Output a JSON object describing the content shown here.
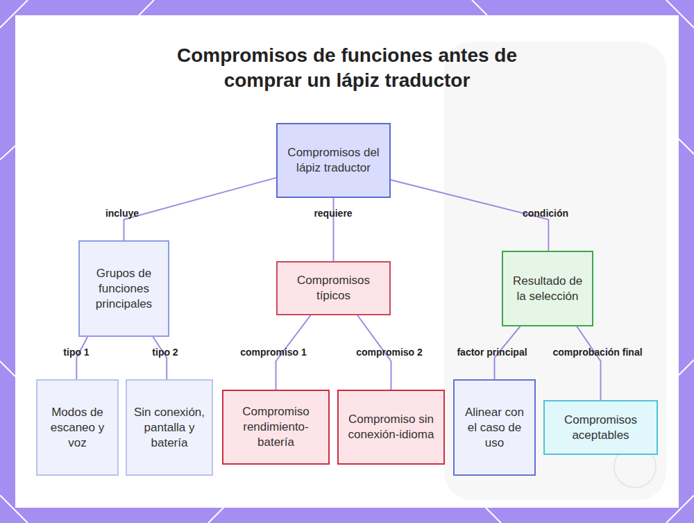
{
  "diagram": {
    "title": "Compromisos de funciones antes de comprar un lápiz traductor",
    "nodes": [
      {
        "text": [
          "Compromisos del lápiz traductor"
        ]
      },
      {
        "text": [
          "Grupos de funciones principales"
        ]
      },
      {
        "text": [
          "Compromisos típicos"
        ]
      },
      {
        "text": [
          "Resultado de la selección"
        ]
      },
      {
        "text": [
          "Modos de escaneo y voz"
        ]
      },
      {
        "text": [
          "Sin conexión, pantalla y batería"
        ]
      },
      {
        "text": [
          "Compromiso rendimiento-batería"
        ]
      },
      {
        "text": [
          "Compromiso sin conexión-idioma"
        ]
      },
      {
        "text": [
          "Alinear con el caso de uso"
        ]
      },
      {
        "text": [
          "Compromisos aceptables"
        ]
      }
    ],
    "edges": [
      {
        "from": 0,
        "to": 1,
        "label": "incluye",
        "arrow": "none"
      },
      {
        "from": 0,
        "to": 2,
        "label": "requiere",
        "arrow": "none"
      },
      {
        "from": 0,
        "to": 3,
        "label": "condición",
        "arrow": "none"
      },
      {
        "from": 1,
        "to": 4,
        "label": "tipo 1",
        "arrow": "none"
      },
      {
        "from": 1,
        "to": 5,
        "label": "tipo 2",
        "arrow": "none"
      },
      {
        "from": 2,
        "to": 6,
        "label": "compromiso 1",
        "arrow": "none"
      },
      {
        "from": 2,
        "to": 7,
        "label": "compromiso 2",
        "arrow": "none"
      },
      {
        "from": 3,
        "to": 8,
        "label": "factor principal",
        "arrow": "none"
      },
      {
        "from": 3,
        "to": 9,
        "label": "comprobación final",
        "arrow": "none"
      }
    ]
  }
}
